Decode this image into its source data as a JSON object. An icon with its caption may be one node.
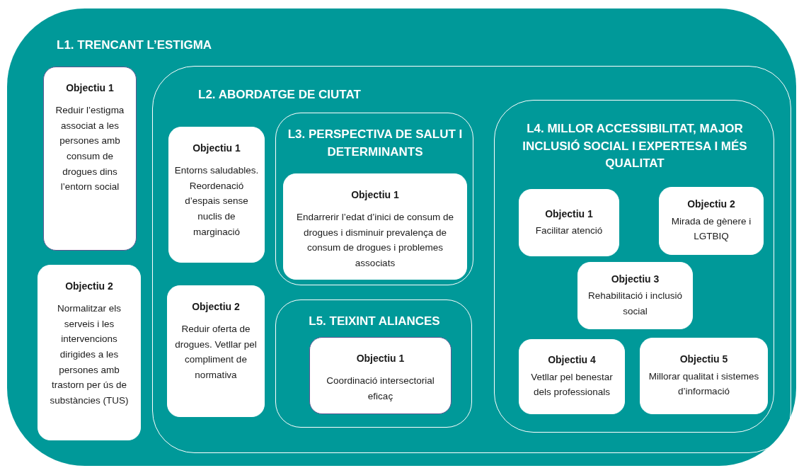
{
  "diagram": {
    "nodes": [
      {
        "text": [
          "L1. TRENCANT L’ESTIGMA"
        ]
      },
      {
        "text": [
          "Objectiu 1",
          "Reduir l’estigma associat a les persones amb consum de drogues dins l’entorn social"
        ],
        "in": 0
      },
      {
        "text": [
          "Objectiu 2",
          "Normalitzar els serveis i les intervencions dirigides a les persones amb trastorn per ús de substàncies (TUS)"
        ],
        "in": 0
      },
      {
        "text": [
          "L2. ABORDATGE DE CIUTAT"
        ],
        "in": 0
      },
      {
        "text": [
          "Objectiu 1",
          "Entorns saludables. Reordenació d’espais sense nuclis de marginació"
        ],
        "in": 3
      },
      {
        "text": [
          "Objectiu 2",
          "Reduir oferta de drogues. Vetllar pel compliment de normativa"
        ],
        "in": 3
      },
      {
        "text": [
          "L3. PERSPECTIVA DE SALUT I DETERMINANTS"
        ],
        "in": 3
      },
      {
        "text": [
          "Objectiu 1",
          "Endarrerir l’edat d’inici de consum de drogues i disminuir prevalença de consum de drogues i problemes associats"
        ],
        "in": 6
      },
      {
        "text": [
          "L5. TEIXINT ALIANCES"
        ],
        "in": 3
      },
      {
        "text": [
          "Objectiu 1",
          "Coordinació intersectorial eficaç"
        ],
        "in": 8
      },
      {
        "text": [
          "L4. MILLOR ACCESSIBILITAT, MAJOR INCLUSIÓ SOCIAL I EXPERTESA I MÉS QUALITAT"
        ],
        "in": 3
      },
      {
        "text": [
          "Objectiu 1",
          "Facilitar atenció"
        ],
        "in": 10
      },
      {
        "text": [
          "Objectiu 2",
          "Mirada de gènere i LGTBIQ"
        ],
        "in": 10
      },
      {
        "text": [
          "Objectiu 3",
          "Rehabilitació i inclusió social"
        ],
        "in": 10
      },
      {
        "text": [
          "Objectiu 4",
          "Vetllar pel benestar dels professionals"
        ],
        "in": 10
      },
      {
        "text": [
          "Objectiu 5",
          "Millorar qualitat i sistemes d’informació"
        ],
        "in": 10
      }
    ]
  }
}
